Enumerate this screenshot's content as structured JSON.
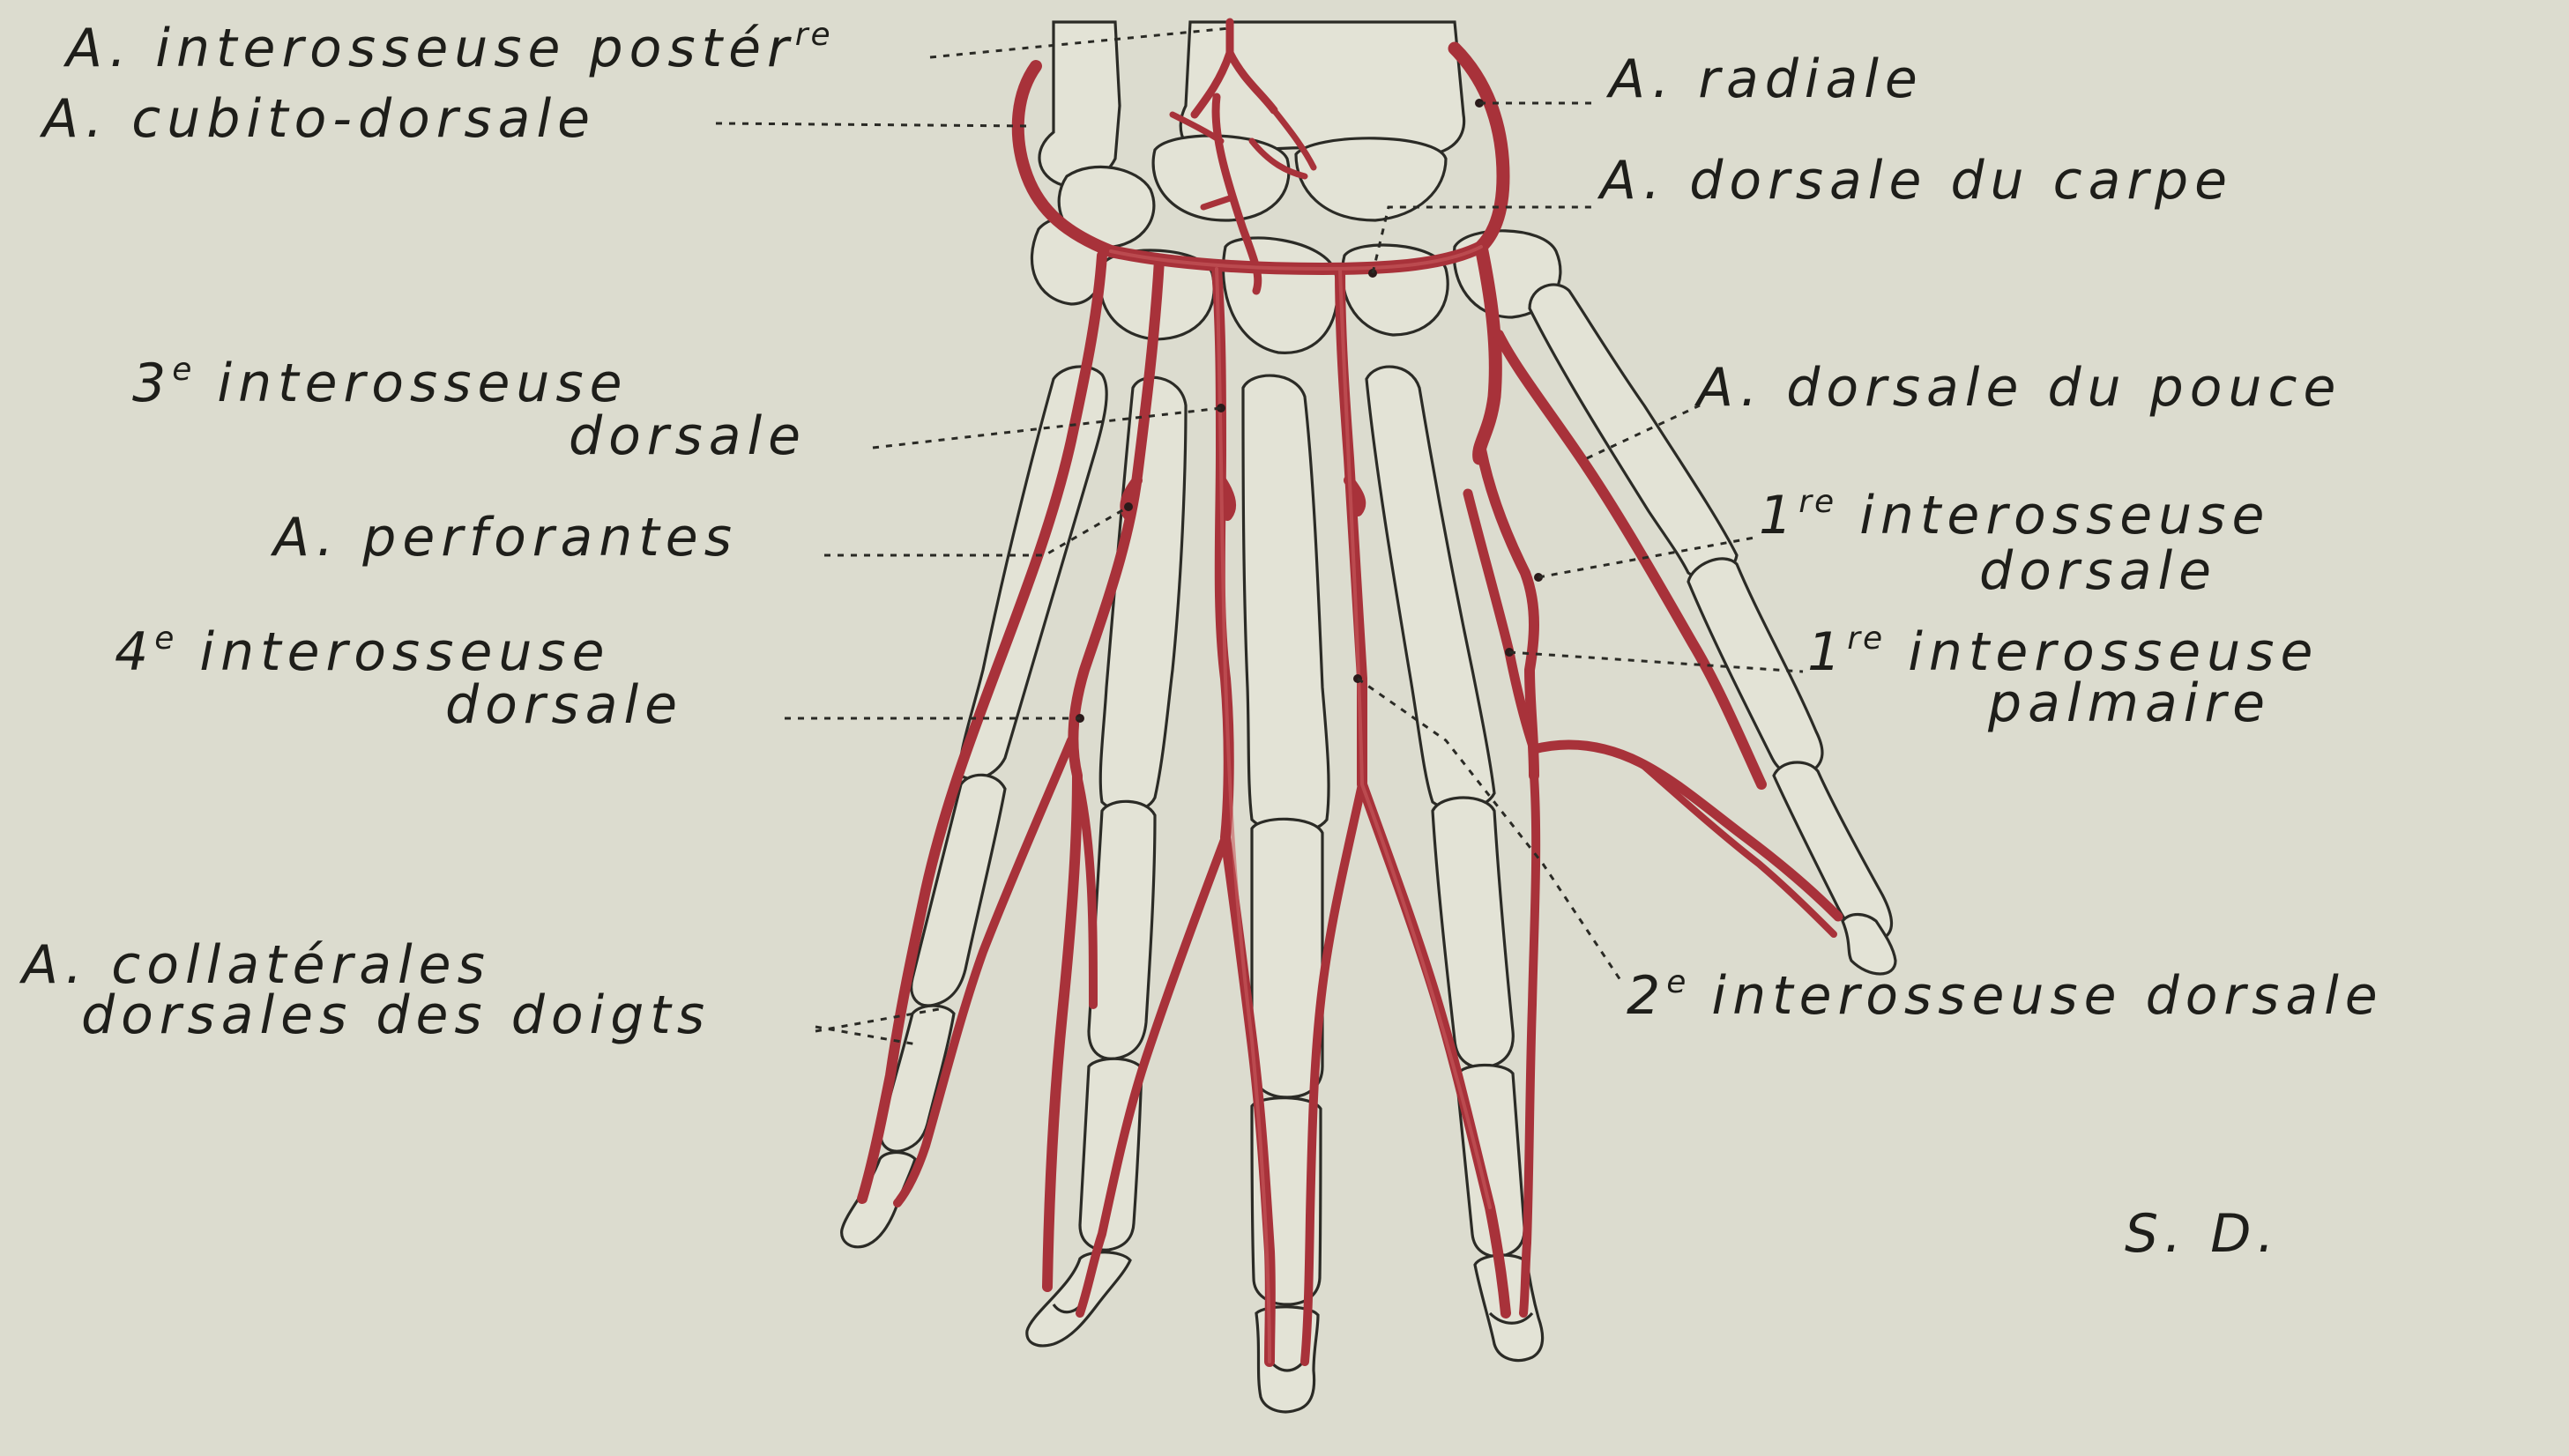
{
  "colors": {
    "paper": "#dcdccf",
    "artery": "#a8323a",
    "ink": "#1e1e1a"
  },
  "labels": {
    "interosseuse_posterieure": {
      "text": "A. interosseuse postér",
      "sup": "re"
    },
    "cubito_dorsale": "A. cubito-dorsale",
    "radiale": "A. radiale",
    "dorsale_du_carpe": "A. dorsale du carpe",
    "interosseuse_3_line1": {
      "text": "3",
      "sup": "e",
      "rest": " interosseuse"
    },
    "interosseuse_3_line2": "dorsale",
    "dorsale_du_pouce": "A. dorsale du pouce",
    "perforantes": "A. perforantes",
    "interosseuse_1_dorsale_line1": {
      "text": "1",
      "sup": "re",
      "rest": " interosseuse"
    },
    "interosseuse_1_dorsale_line2": "dorsale",
    "interosseuse_4_line1": {
      "text": "4",
      "sup": "e",
      "rest": " interosseuse"
    },
    "interosseuse_4_line2": "dorsale",
    "interosseuse_1_palmaire_line1": {
      "text": "1",
      "sup": "re",
      "rest": " interosseuse"
    },
    "interosseuse_1_palmaire_line2": "palmaire",
    "collaterales_line1": "A. collatérales",
    "collaterales_line2": "dorsales des doigts",
    "interosseuse_2": {
      "text": "2",
      "sup": "e",
      "rest": " interosseuse dorsale"
    },
    "signature": "S. D."
  }
}
